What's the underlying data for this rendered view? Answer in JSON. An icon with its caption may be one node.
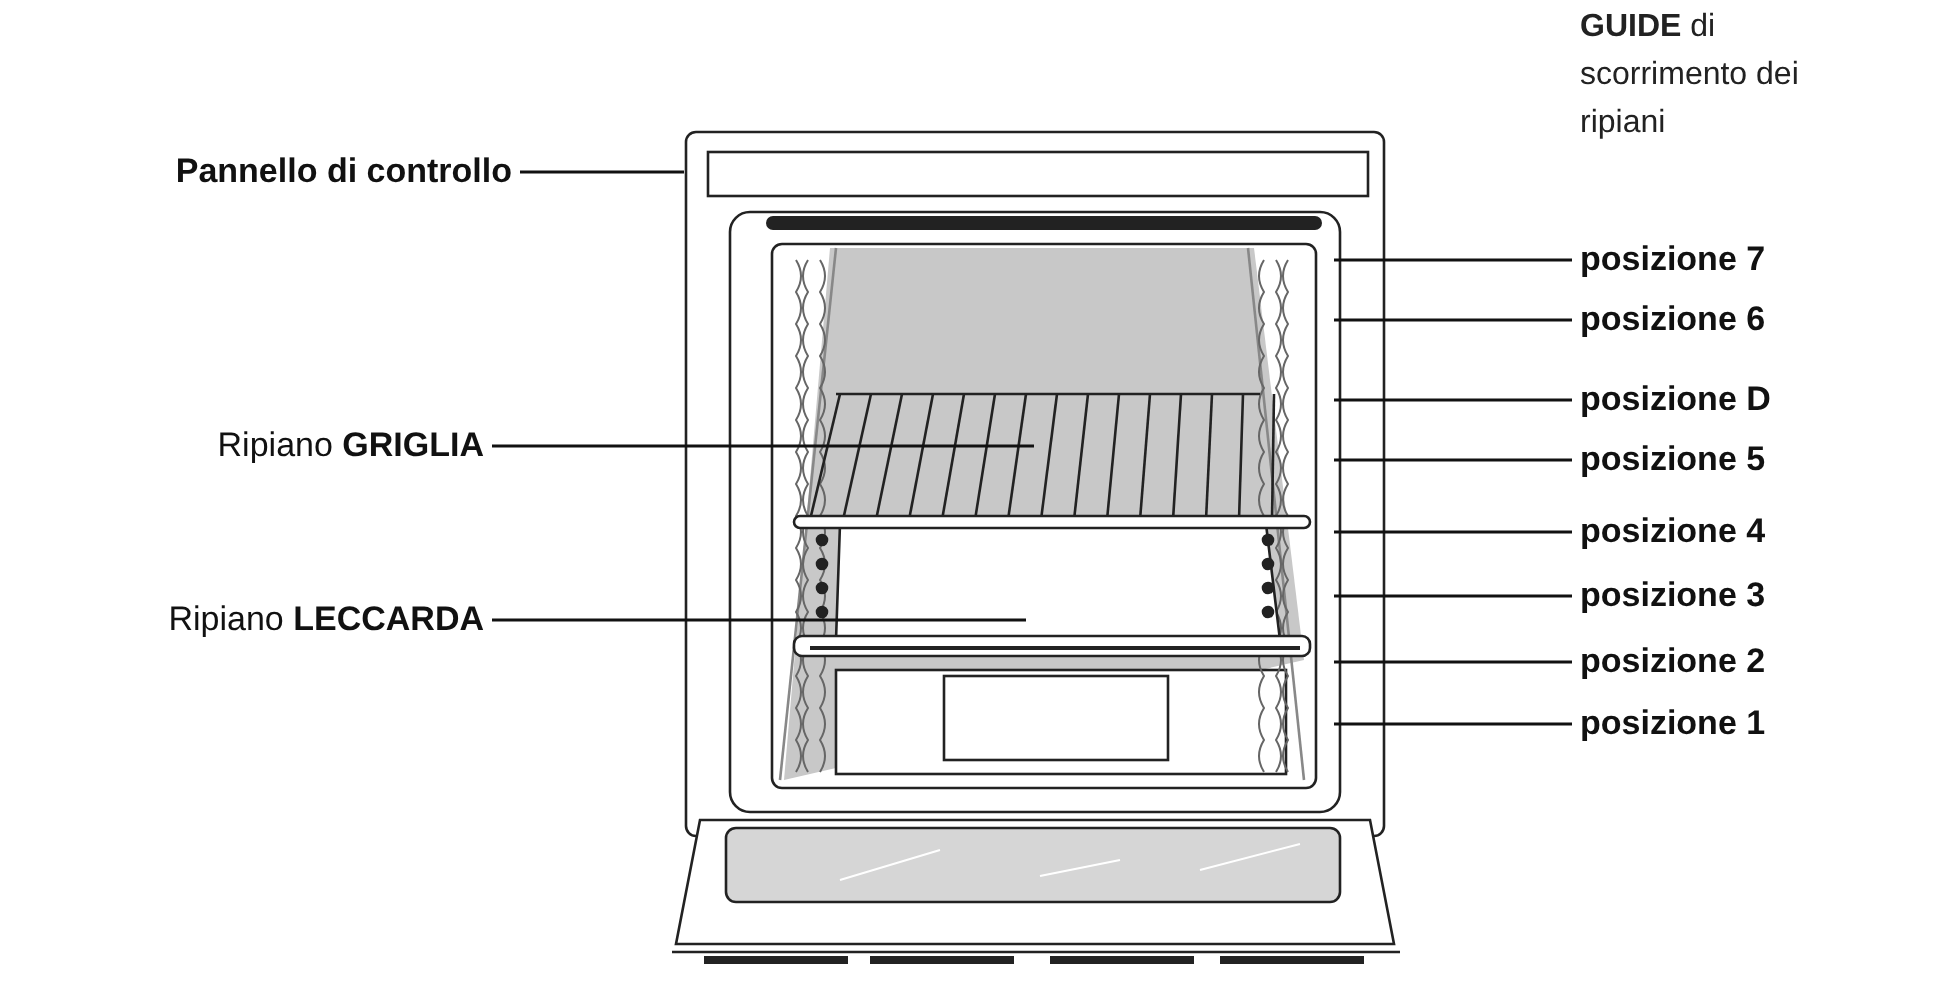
{
  "diagram": {
    "nodes": [
      {
        "text": [
          "Pannello di controllo"
        ]
      },
      {
        "text": [
          "Ripiano **GRIGLIA**"
        ]
      },
      {
        "text": [
          "Ripiano **LECCARDA**"
        ]
      },
      {
        "text": [
          "posizione 7"
        ]
      },
      {
        "text": [
          "posizione 6"
        ]
      },
      {
        "text": [
          "posizione D"
        ]
      },
      {
        "text": [
          "posizione 5"
        ]
      },
      {
        "text": [
          "posizione 4"
        ]
      },
      {
        "text": [
          "posizione 3"
        ]
      },
      {
        "text": [
          "posizione 2"
        ]
      },
      {
        "text": [
          "posizione 1"
        ]
      }
    ],
    "edges": [
      {
        "from": 0,
        "to": null,
        "arrow": "none"
      },
      {
        "from": 1,
        "to": null,
        "arrow": "none"
      },
      {
        "from": 2,
        "to": null,
        "arrow": "none"
      },
      {
        "from": 3,
        "to": null,
        "arrow": "none"
      },
      {
        "from": 4,
        "to": null,
        "arrow": "none"
      },
      {
        "from": 5,
        "to": null,
        "arrow": "none"
      },
      {
        "from": 6,
        "to": null,
        "arrow": "none"
      },
      {
        "from": 7,
        "to": null,
        "arrow": "none"
      },
      {
        "from": 8,
        "to": null,
        "arrow": "none"
      },
      {
        "from": 9,
        "to": null,
        "arrow": "none"
      },
      {
        "from": 10,
        "to": null,
        "arrow": "none"
      }
    ],
    "labels": [
      "**GUIDE** di scorrimento dei ripiani"
    ]
  }
}
